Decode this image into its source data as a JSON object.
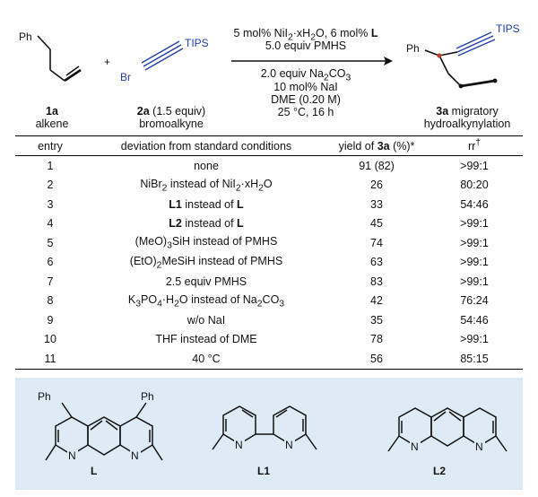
{
  "scheme": {
    "reactant1": {
      "number": "1a",
      "name": "alkene",
      "substituent": "Ph"
    },
    "plus": "+",
    "reactant2": {
      "number": "2a",
      "equiv": "(1.5 equiv)",
      "name": "bromoalkyne",
      "halogen": "Br",
      "silyl": "TIPS"
    },
    "conditions": {
      "line1_prefix": "5 mol% NiI",
      "line1_sub1": "2",
      "line1_mid": "·xH",
      "line1_sub2": "2",
      "line1_mid2": "O, 6 mol% ",
      "line1_bold": "L",
      "line2": "5.0 equiv PMHS",
      "line3_prefix": "2.0 equiv Na",
      "line3_sub1": "2",
      "line3_mid": "CO",
      "line3_sub2": "3",
      "line4": "10 mol% NaI",
      "line5": "DME (0.20 M)",
      "line6": "25 °C, 16 h"
    },
    "product": {
      "number": "3a",
      "name1": "migratory",
      "name2": "hydroalkynylation",
      "substituent": "Ph",
      "silyl": "TIPS"
    }
  },
  "table": {
    "headers": {
      "entry": "entry",
      "deviation": "deviation from standard conditions",
      "yield_prefix": "yield of ",
      "yield_bold": "3a",
      "yield_suffix": " (%)*",
      "rr": "rr",
      "rr_sup": "†"
    },
    "rows": [
      {
        "entry": "1",
        "deviation": [
          {
            "t": "none"
          }
        ],
        "yield": "91 (82)",
        "rr": ">99:1"
      },
      {
        "entry": "2",
        "deviation": [
          {
            "t": "NiBr"
          },
          {
            "t": "2",
            "s": "sub"
          },
          {
            "t": " instead of NiI"
          },
          {
            "t": "2",
            "s": "sub"
          },
          {
            "t": "·xH"
          },
          {
            "t": "2",
            "s": "sub"
          },
          {
            "t": "O"
          }
        ],
        "yield": "26",
        "rr": "80:20"
      },
      {
        "entry": "3",
        "deviation": [
          {
            "t": "L1",
            "s": "b"
          },
          {
            "t": " instead of "
          },
          {
            "t": "L",
            "s": "b"
          }
        ],
        "yield": "33",
        "rr": "54:46"
      },
      {
        "entry": "4",
        "deviation": [
          {
            "t": "L2",
            "s": "b"
          },
          {
            "t": " instead of "
          },
          {
            "t": "L",
            "s": "b"
          }
        ],
        "yield": "45",
        "rr": ">99:1"
      },
      {
        "entry": "5",
        "deviation": [
          {
            "t": "(MeO)"
          },
          {
            "t": "3",
            "s": "sub"
          },
          {
            "t": "SiH instead of PMHS"
          }
        ],
        "yield": "74",
        "rr": ">99:1"
      },
      {
        "entry": "6",
        "deviation": [
          {
            "t": "(EtO)"
          },
          {
            "t": "2",
            "s": "sub"
          },
          {
            "t": "MeSiH instead of PMHS"
          }
        ],
        "yield": "63",
        "rr": ">99:1"
      },
      {
        "entry": "7",
        "deviation": [
          {
            "t": "2.5 equiv PMHS"
          }
        ],
        "yield": "83",
        "rr": ">99:1"
      },
      {
        "entry": "8",
        "deviation": [
          {
            "t": "K"
          },
          {
            "t": "3",
            "s": "sub"
          },
          {
            "t": "PO"
          },
          {
            "t": "4",
            "s": "sub"
          },
          {
            "t": "·H"
          },
          {
            "t": "2",
            "s": "sub"
          },
          {
            "t": "O instead of Na"
          },
          {
            "t": "2",
            "s": "sub"
          },
          {
            "t": "CO"
          },
          {
            "t": "3",
            "s": "sub"
          }
        ],
        "yield": "42",
        "rr": "76:24"
      },
      {
        "entry": "9",
        "deviation": [
          {
            "t": "w/o NaI"
          }
        ],
        "yield": "35",
        "rr": "54:46"
      },
      {
        "entry": "10",
        "deviation": [
          {
            "t": "THF instead of DME"
          }
        ],
        "yield": "78",
        "rr": ">99:1"
      },
      {
        "entry": "11",
        "deviation": [
          {
            "t": "40 °C"
          }
        ],
        "yield": "56",
        "rr": "85:15"
      }
    ]
  },
  "ligands": [
    {
      "label": "L",
      "atoms": {
        "ph_left": "Ph",
        "ph_right": "Ph",
        "n_left": "N",
        "n_right": "N"
      }
    },
    {
      "label": "L1",
      "atoms": {
        "n_left": "N",
        "n_right": "N"
      }
    },
    {
      "label": "L2",
      "atoms": {
        "n_left": "N",
        "n_right": "N"
      }
    }
  ],
  "colors": {
    "alkyne_blue": "#1f3ea8",
    "ligand_panel": "#dcebf5"
  }
}
